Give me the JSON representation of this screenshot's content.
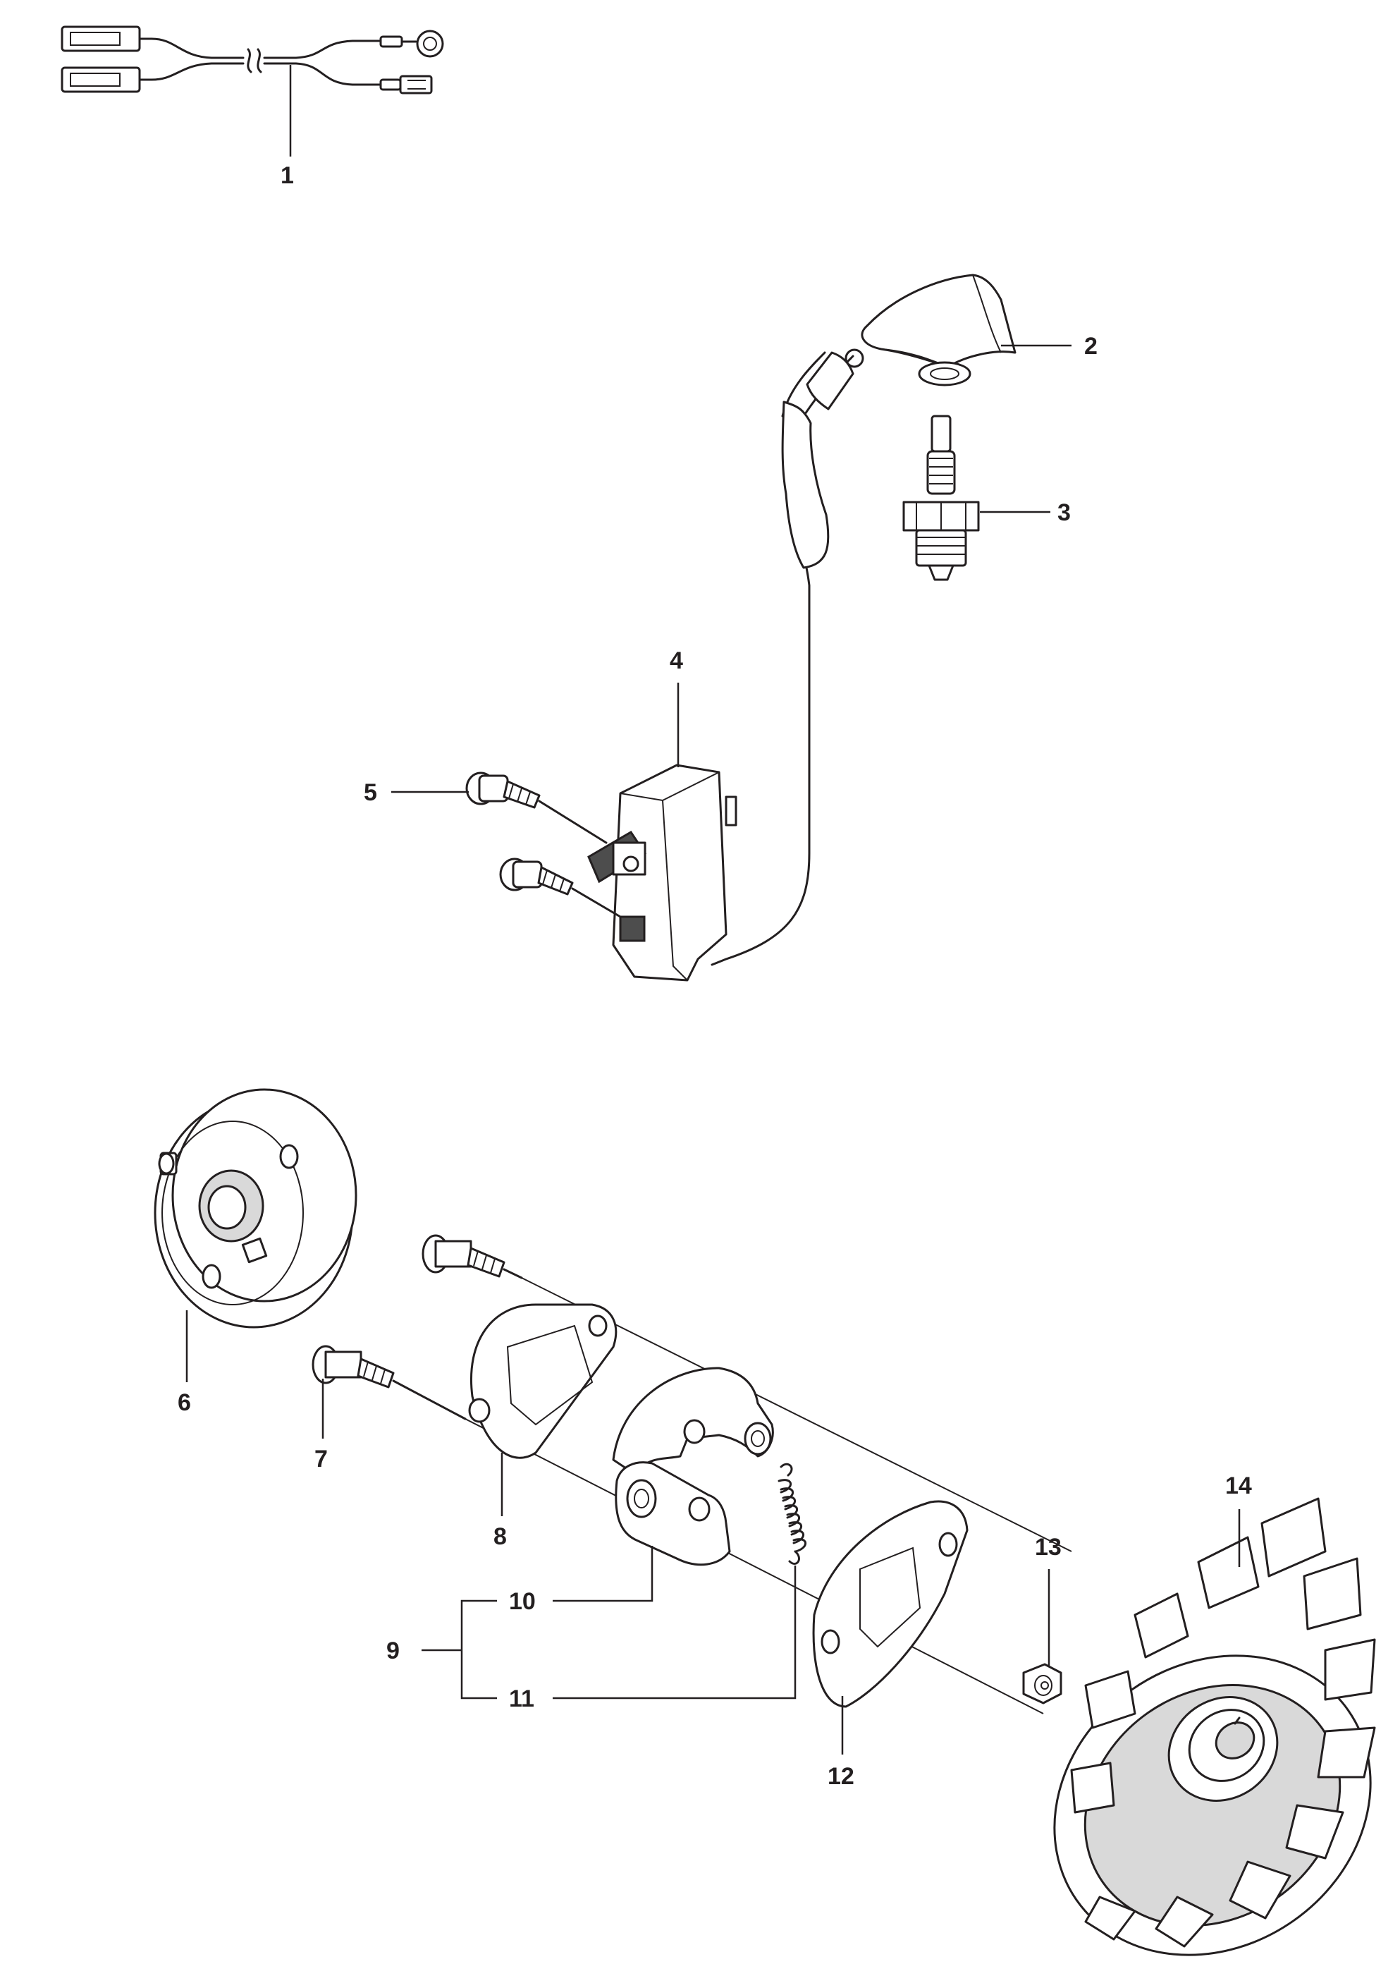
{
  "diagram": {
    "callouts": [
      {
        "id": "1",
        "text": "1"
      },
      {
        "id": "2",
        "text": "2"
      },
      {
        "id": "3",
        "text": "3"
      },
      {
        "id": "4",
        "text": "4"
      },
      {
        "id": "5",
        "text": "5"
      },
      {
        "id": "6",
        "text": "6"
      },
      {
        "id": "7",
        "text": "7"
      },
      {
        "id": "8",
        "text": "8"
      },
      {
        "id": "9",
        "text": "9"
      },
      {
        "id": "10",
        "text": "10"
      },
      {
        "id": "11",
        "text": "11"
      },
      {
        "id": "12",
        "text": "12"
      },
      {
        "id": "13",
        "text": "13"
      },
      {
        "id": "14",
        "text": "14"
      }
    ],
    "colors": {
      "line": "#231f20",
      "background": "#ffffff",
      "shade": "#d9d9d9"
    }
  }
}
